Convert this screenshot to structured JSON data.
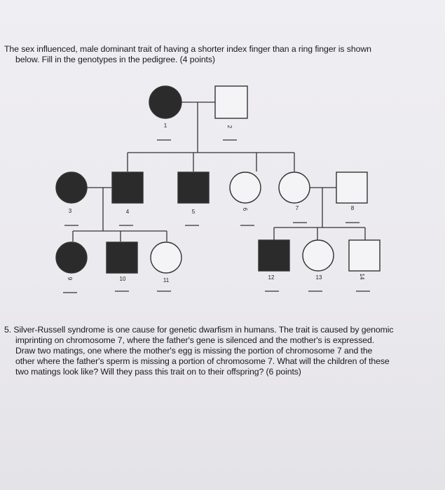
{
  "question4": {
    "line1": "The sex influenced, male dominant trait of having a shorter index finger than a ring finger is shown",
    "line2": "below. Fill in the genotypes in the pedigree. (4 points)"
  },
  "pedigree": {
    "individuals": [
      {
        "id": "1",
        "sex": "female",
        "affected": true
      },
      {
        "id": "2",
        "sex": "male",
        "affected": false
      },
      {
        "id": "3",
        "sex": "female",
        "affected": true
      },
      {
        "id": "4",
        "sex": "male",
        "affected": true
      },
      {
        "id": "5",
        "sex": "male",
        "affected": true
      },
      {
        "id": "6",
        "sex": "female",
        "affected": false
      },
      {
        "id": "7",
        "sex": "female",
        "affected": false
      },
      {
        "id": "8",
        "sex": "male",
        "affected": false
      },
      {
        "id": "9",
        "sex": "female",
        "affected": true
      },
      {
        "id": "10",
        "sex": "male",
        "affected": true
      },
      {
        "id": "11",
        "sex": "female",
        "affected": false
      },
      {
        "id": "12",
        "sex": "male",
        "affected": true
      },
      {
        "id": "13",
        "sex": "female",
        "affected": false
      },
      {
        "id": "14",
        "sex": "male",
        "affected": false
      }
    ],
    "colors": {
      "affected": "#2b2b2b",
      "unaffected": "#f4f4f6",
      "line": "#333333"
    }
  },
  "question5": {
    "line1": "5. Silver-Russell syndrome is one cause for genetic dwarfism in humans. The trait is caused by genomic",
    "line2": "imprinting on chromosome 7, where the father's gene is silenced and the mother's is expressed.",
    "line3": "Draw two matings, one where the mother's egg is missing the portion of chromosome 7 and the",
    "line4": "other where the father's sperm is missing a portion of chromosome 7. What will the children of these",
    "line5": "two matings look like? Will they pass this trait on to their offspring? (6 points)"
  }
}
